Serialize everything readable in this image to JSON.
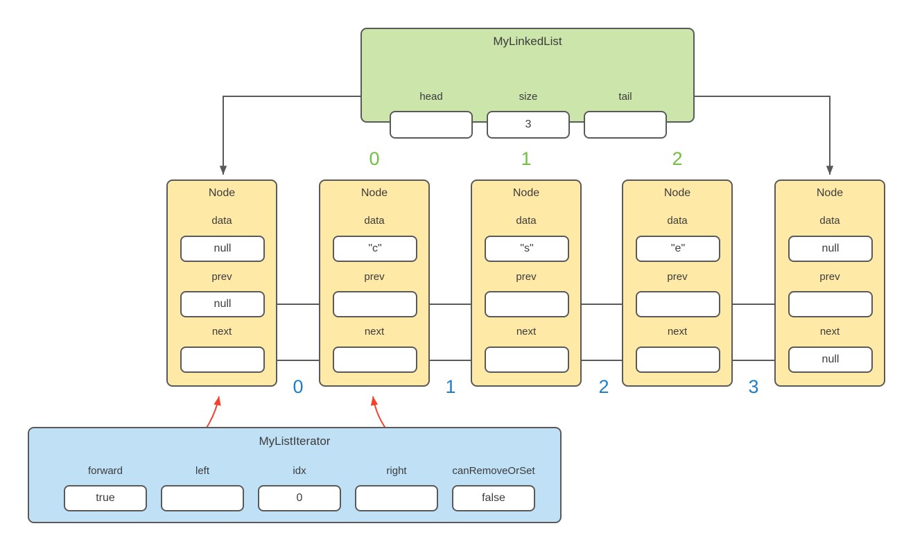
{
  "linked_list": {
    "title": "MyLinkedList",
    "fields": [
      {
        "label": "head",
        "value": ""
      },
      {
        "label": "size",
        "value": "3"
      },
      {
        "label": "tail",
        "value": ""
      }
    ]
  },
  "nodes": [
    {
      "title": "Node",
      "fields": [
        {
          "label": "data",
          "value": "null"
        },
        {
          "label": "prev",
          "value": "null"
        },
        {
          "label": "next",
          "value": ""
        }
      ]
    },
    {
      "title": "Node",
      "fields": [
        {
          "label": "data",
          "value": "\"c\""
        },
        {
          "label": "prev",
          "value": ""
        },
        {
          "label": "next",
          "value": ""
        }
      ]
    },
    {
      "title": "Node",
      "fields": [
        {
          "label": "data",
          "value": "\"s\""
        },
        {
          "label": "prev",
          "value": ""
        },
        {
          "label": "next",
          "value": ""
        }
      ]
    },
    {
      "title": "Node",
      "fields": [
        {
          "label": "data",
          "value": "\"e\""
        },
        {
          "label": "prev",
          "value": ""
        },
        {
          "label": "next",
          "value": ""
        }
      ]
    },
    {
      "title": "Node",
      "fields": [
        {
          "label": "data",
          "value": "null"
        },
        {
          "label": "prev",
          "value": ""
        },
        {
          "label": "next",
          "value": "null"
        }
      ]
    }
  ],
  "indices_above": [
    "0",
    "1",
    "2"
  ],
  "indices_below": [
    "0",
    "1",
    "2",
    "3"
  ],
  "iterator": {
    "title": "MyListIterator",
    "fields": [
      {
        "label": "forward",
        "value": "true"
      },
      {
        "label": "left",
        "value": ""
      },
      {
        "label": "idx",
        "value": "0"
      },
      {
        "label": "right",
        "value": ""
      },
      {
        "label": "canRemoveOrSet",
        "value": "false"
      }
    ]
  },
  "pointers": {
    "head_to": "node-1",
    "tail_to": "node-5",
    "prev_links": [
      "node2-to-node1",
      "node3-to-node2",
      "node4-to-node3",
      "node5-to-node4"
    ],
    "next_links": [
      "node1-to-node2",
      "node2-to-node3",
      "node3-to-node4",
      "node4-to-node5"
    ],
    "iterator_left_to": "node-1",
    "iterator_right_to": "node-2"
  },
  "colors": {
    "list_fill": "#cbe5ab",
    "node_fill": "#ffe9a7",
    "iterator_fill": "#c0e1f5",
    "border": "#595959",
    "index_above": "#70bf44",
    "index_below": "#1e7ec8",
    "pointer_arrow": "#f5402e"
  }
}
